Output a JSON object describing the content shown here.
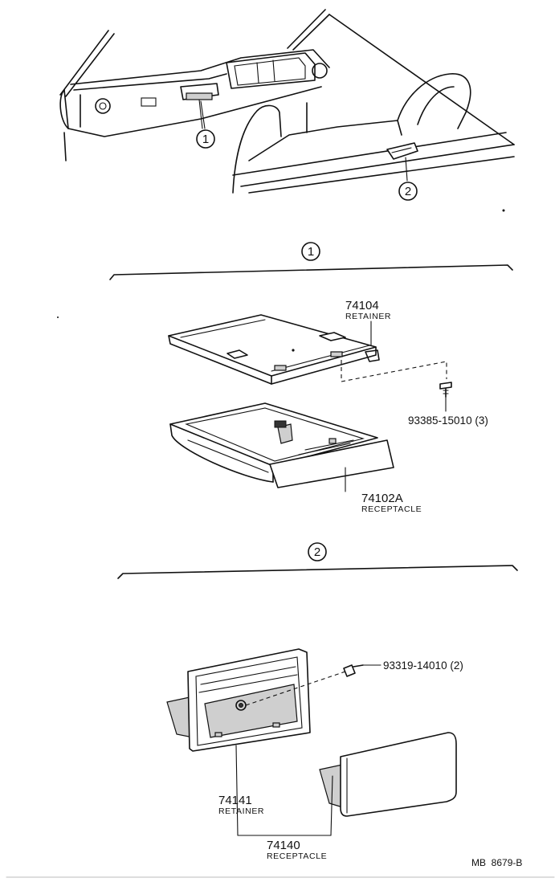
{
  "callouts": {
    "overview_1": "1",
    "overview_2": "2",
    "section_1": "1",
    "section_2": "2"
  },
  "section_1": {
    "retainer": {
      "part_no": "74104",
      "name": "RETAINER"
    },
    "screw": {
      "part_no": "93385-15010 (3)"
    },
    "receptacle": {
      "part_no": "74102A",
      "name": "RECEPTACLE"
    }
  },
  "section_2": {
    "screw": {
      "part_no": "93319-14010 (2)"
    },
    "retainer": {
      "part_no": "74141",
      "name": "RETAINER"
    },
    "receptacle": {
      "part_no": "74140",
      "name": "RECEPTACLE"
    }
  },
  "drawing_ref": "MB  8679-B"
}
